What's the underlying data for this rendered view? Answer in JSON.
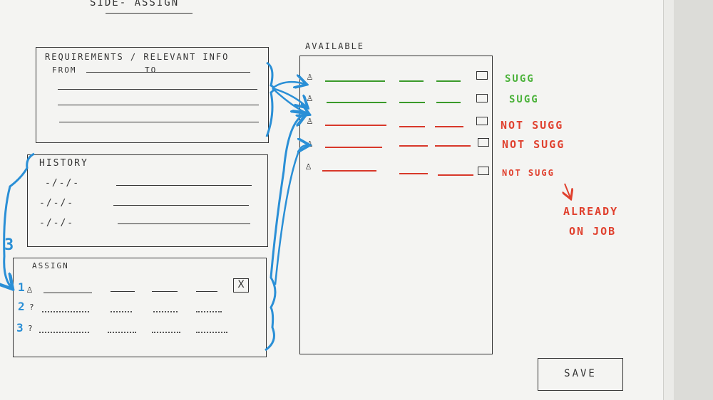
{
  "title": "SIDE- ASSIGN",
  "requirements": {
    "title": "REQUIREMENTS / RELEVANT INFO",
    "from_label": "FROM",
    "to_label": "TO"
  },
  "history": {
    "title": "HISTORY",
    "dates": [
      "-/-/-",
      "-/-/-",
      "-/-/-"
    ]
  },
  "assign": {
    "title": "ASSIGN",
    "slots": [
      {
        "number": "1",
        "icon": "person-icon",
        "filled": true
      },
      {
        "number": "2",
        "icon": "?",
        "filled": false
      },
      {
        "number": "3",
        "icon": "?",
        "filled": false
      }
    ],
    "remove_glyph": "X"
  },
  "available": {
    "title": "AVAILABLE",
    "rows": [
      {
        "status": "suggested",
        "note": "SUGG",
        "color": "#4bb23a"
      },
      {
        "status": "suggested",
        "note": "SUGG",
        "color": "#4bb23a"
      },
      {
        "status": "not-suggested",
        "note": "NOT SUGG",
        "color": "#e0402e"
      },
      {
        "status": "not-suggested",
        "note": "NOT SUGG",
        "color": "#e0402e"
      },
      {
        "status": "not-suggested",
        "note": "NOT SUGG",
        "color": "#e0402e"
      }
    ],
    "already_note_line1": "ALREADY",
    "already_note_line2": "ON JOB"
  },
  "flow_number": "3",
  "save_label": "SAVE",
  "colors": {
    "pen": "#333333",
    "green": "#3a9a2a",
    "red": "#d8382a",
    "blue": "#2a8fd6"
  }
}
